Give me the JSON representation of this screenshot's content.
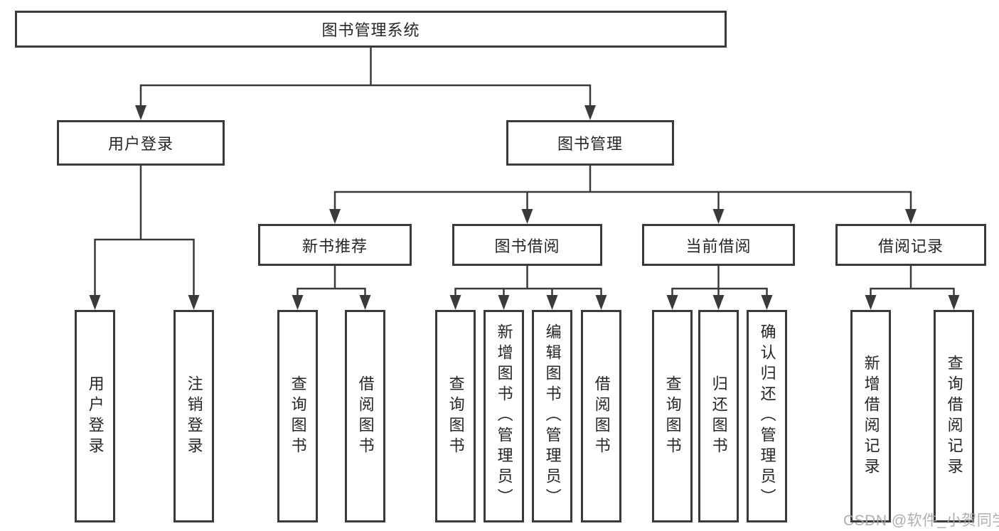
{
  "diagram": {
    "title": "图书管理系统",
    "level2": [
      {
        "label": "用户登录"
      },
      {
        "label": "图书管理"
      }
    ],
    "level3": [
      {
        "label": "新书推荐"
      },
      {
        "label": "图书借阅"
      },
      {
        "label": "当前借阅"
      },
      {
        "label": "借阅记录"
      }
    ],
    "leaves": {
      "user_login": [
        "用户登录",
        "注销登录"
      ],
      "new_book_recommendation": [
        "查询图书",
        "借阅图书"
      ],
      "book_borrowing": [
        "查询图书",
        "新增图书（管理员）",
        "编辑图书（管理员）",
        "借阅图书"
      ],
      "current_borrowing": [
        "查询图书",
        "归还图书",
        "确认归还（管理员）"
      ],
      "borrowing_records": [
        "新增借阅记录",
        "查询借阅记录"
      ]
    }
  },
  "watermark": "CSDN @软件_小贺同学",
  "colors": {
    "line": "#3a3a3a",
    "text": "#262626",
    "watermark": "#a6a6a6",
    "background": "#ffffff"
  }
}
